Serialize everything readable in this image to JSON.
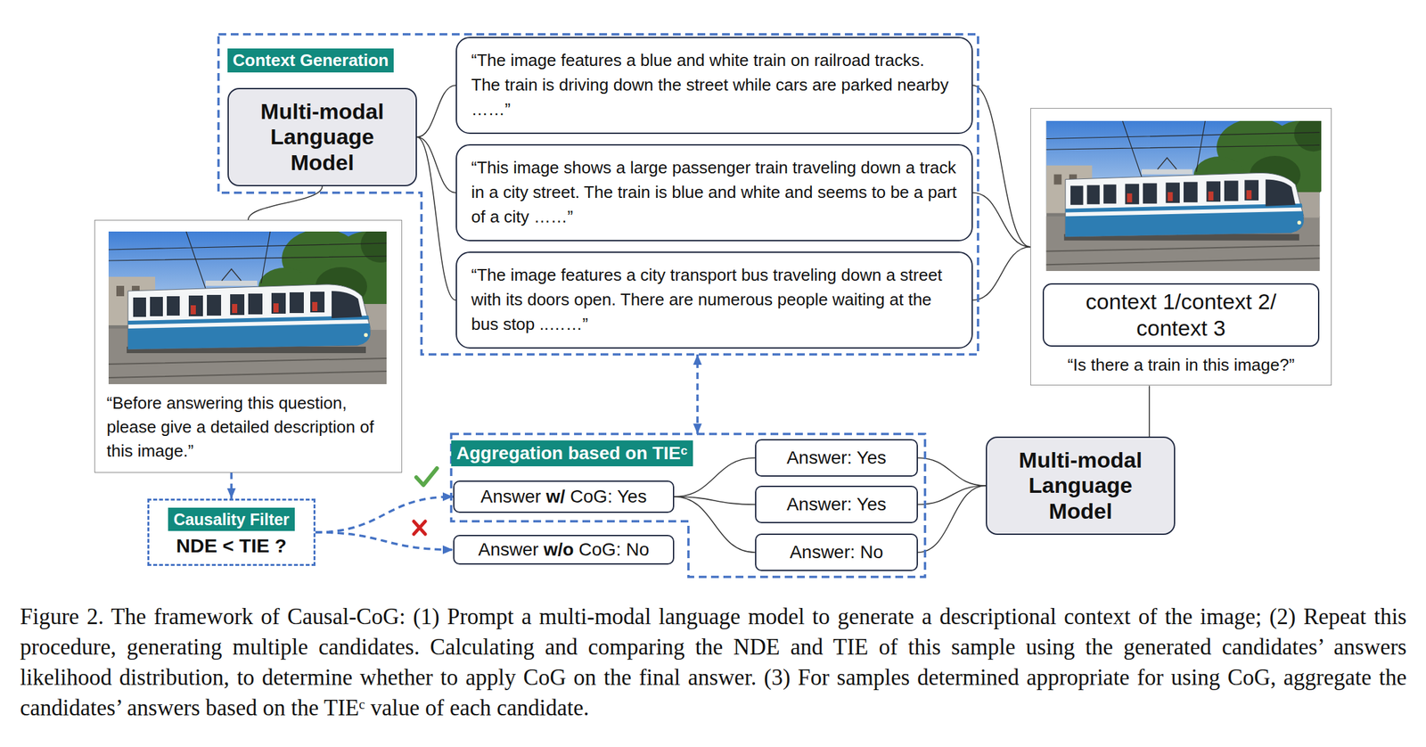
{
  "diagram": {
    "caption": "Figure 2. The framework of Causal-CoG: (1) Prompt a multi-modal language model to generate a descriptional context of the image; (2) Repeat this procedure, generating multiple candidates. Calculating and comparing the NDE and TIE of this sample using the generated candidates’ answers likelihood distribution, to determine whether to apply CoG on the final answer. (3) For samples determined appropriate for using CoG, aggregate the candidates’ answers based on the TIEᶜ value of each candidate.",
    "nodes": [
      {
        "text": [
          "Context Generation"
        ]
      },
      {
        "text": [
          "Multi-modal Language Model"
        ],
        "in": 0
      },
      {
        "text": [
          "“The image features a blue and white train on railroad tracks. The train is driving down the street while cars are parked nearby ……”"
        ],
        "in": 0
      },
      {
        "text": [
          "“This image shows a large passenger train traveling down a track in a city street. The train is blue and white and seems to be a part of a city ……”"
        ],
        "in": 0
      },
      {
        "text": [
          "“The image features a city transport bus traveling down a street with its doors open. There are numerous people waiting at the bus stop ..……”"
        ],
        "in": 0
      },
      {
        "text": [
          "“Is there a train in this image?”"
        ]
      },
      {
        "text": [
          "context 1/context 2/ context 3"
        ],
        "in": 5
      },
      {
        "text": [
          "“Before answering this question, please give a detailed description of this image.”"
        ]
      },
      {
        "text": [
          "Aggregation based on TIEᶜ"
        ]
      },
      {
        "text": [
          "Answer w/ CoG: Yes"
        ],
        "in": 8
      },
      {
        "text": [
          "Answer: Yes"
        ],
        "in": 8
      },
      {
        "text": [
          "Answer: Yes"
        ],
        "in": 8
      },
      {
        "text": [
          "Answer: No"
        ],
        "in": 8
      },
      {
        "text": [
          "Multi-modal Language Model"
        ]
      },
      {
        "text": [
          "Causality Filter",
          "NDE < TIE ?"
        ]
      },
      {
        "text": [
          "Answer w/o CoG: No"
        ]
      }
    ],
    "edges": [
      {
        "from": 1,
        "to": 2,
        "arrow": "none"
      },
      {
        "from": 1,
        "to": 3,
        "arrow": "none"
      },
      {
        "from": 1,
        "to": 4,
        "arrow": "none"
      },
      {
        "from": 7,
        "to": 1,
        "arrow": "none"
      },
      {
        "from": 7,
        "to": 14,
        "arrow": "to"
      },
      {
        "from": 2,
        "to": 5,
        "arrow": "none"
      },
      {
        "from": 3,
        "to": 5,
        "arrow": "none"
      },
      {
        "from": 4,
        "to": 5,
        "arrow": "none"
      },
      {
        "from": 5,
        "to": 13,
        "arrow": "none"
      },
      {
        "from": 13,
        "to": 10,
        "arrow": "none"
      },
      {
        "from": 13,
        "to": 11,
        "arrow": "none"
      },
      {
        "from": 13,
        "to": 12,
        "arrow": "none"
      },
      {
        "from": 10,
        "to": 9,
        "arrow": "none"
      },
      {
        "from": 11,
        "to": 9,
        "arrow": "none"
      },
      {
        "from": 12,
        "to": 9,
        "arrow": "none"
      },
      {
        "from": 14,
        "to": 9,
        "arrow": "to"
      },
      {
        "from": 14,
        "to": 15,
        "arrow": "to"
      },
      {
        "from": 8,
        "to": 0,
        "arrow": "both"
      }
    ]
  }
}
